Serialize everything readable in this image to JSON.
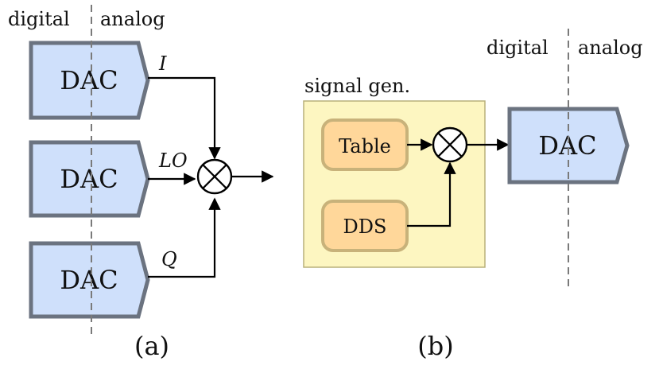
{
  "panel_a": {
    "divider_left_label": "digital",
    "divider_right_label": "analog",
    "dac_top": "DAC",
    "dac_mid": "DAC",
    "dac_bot": "DAC",
    "signal_i": "I",
    "signal_lo": "LO",
    "signal_q": "Q",
    "caption": "(a)"
  },
  "panel_b": {
    "divider_left_label": "digital",
    "divider_right_label": "analog",
    "group_label": "signal gen.",
    "table_block": "Table",
    "dds_block": "DDS",
    "dac": "DAC",
    "caption": "(b)"
  }
}
